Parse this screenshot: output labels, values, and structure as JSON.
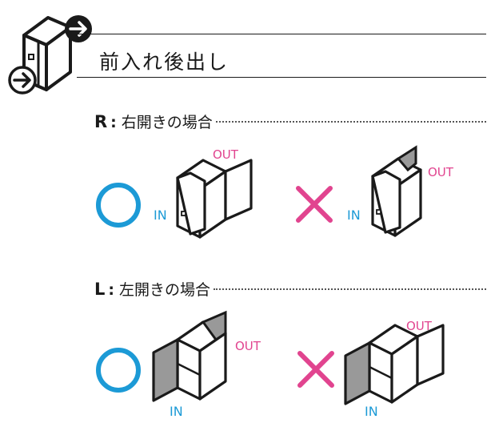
{
  "title": "前入れ後出し",
  "sections": {
    "r": {
      "letter": "R",
      "colon": ":",
      "label": "右開きの場合"
    },
    "l": {
      "letter": "L",
      "colon": ":",
      "label": "左開きの場合"
    }
  },
  "labels": {
    "in": "IN",
    "out": "OUT"
  },
  "colors": {
    "ok": "#1c9ad6",
    "ng": "#e1448f",
    "line": "#1a1a1a",
    "door": "#999999"
  },
  "icons": {
    "ok": "circle-icon",
    "ng": "cross-icon",
    "arrow": "arrow-circle-icon"
  }
}
